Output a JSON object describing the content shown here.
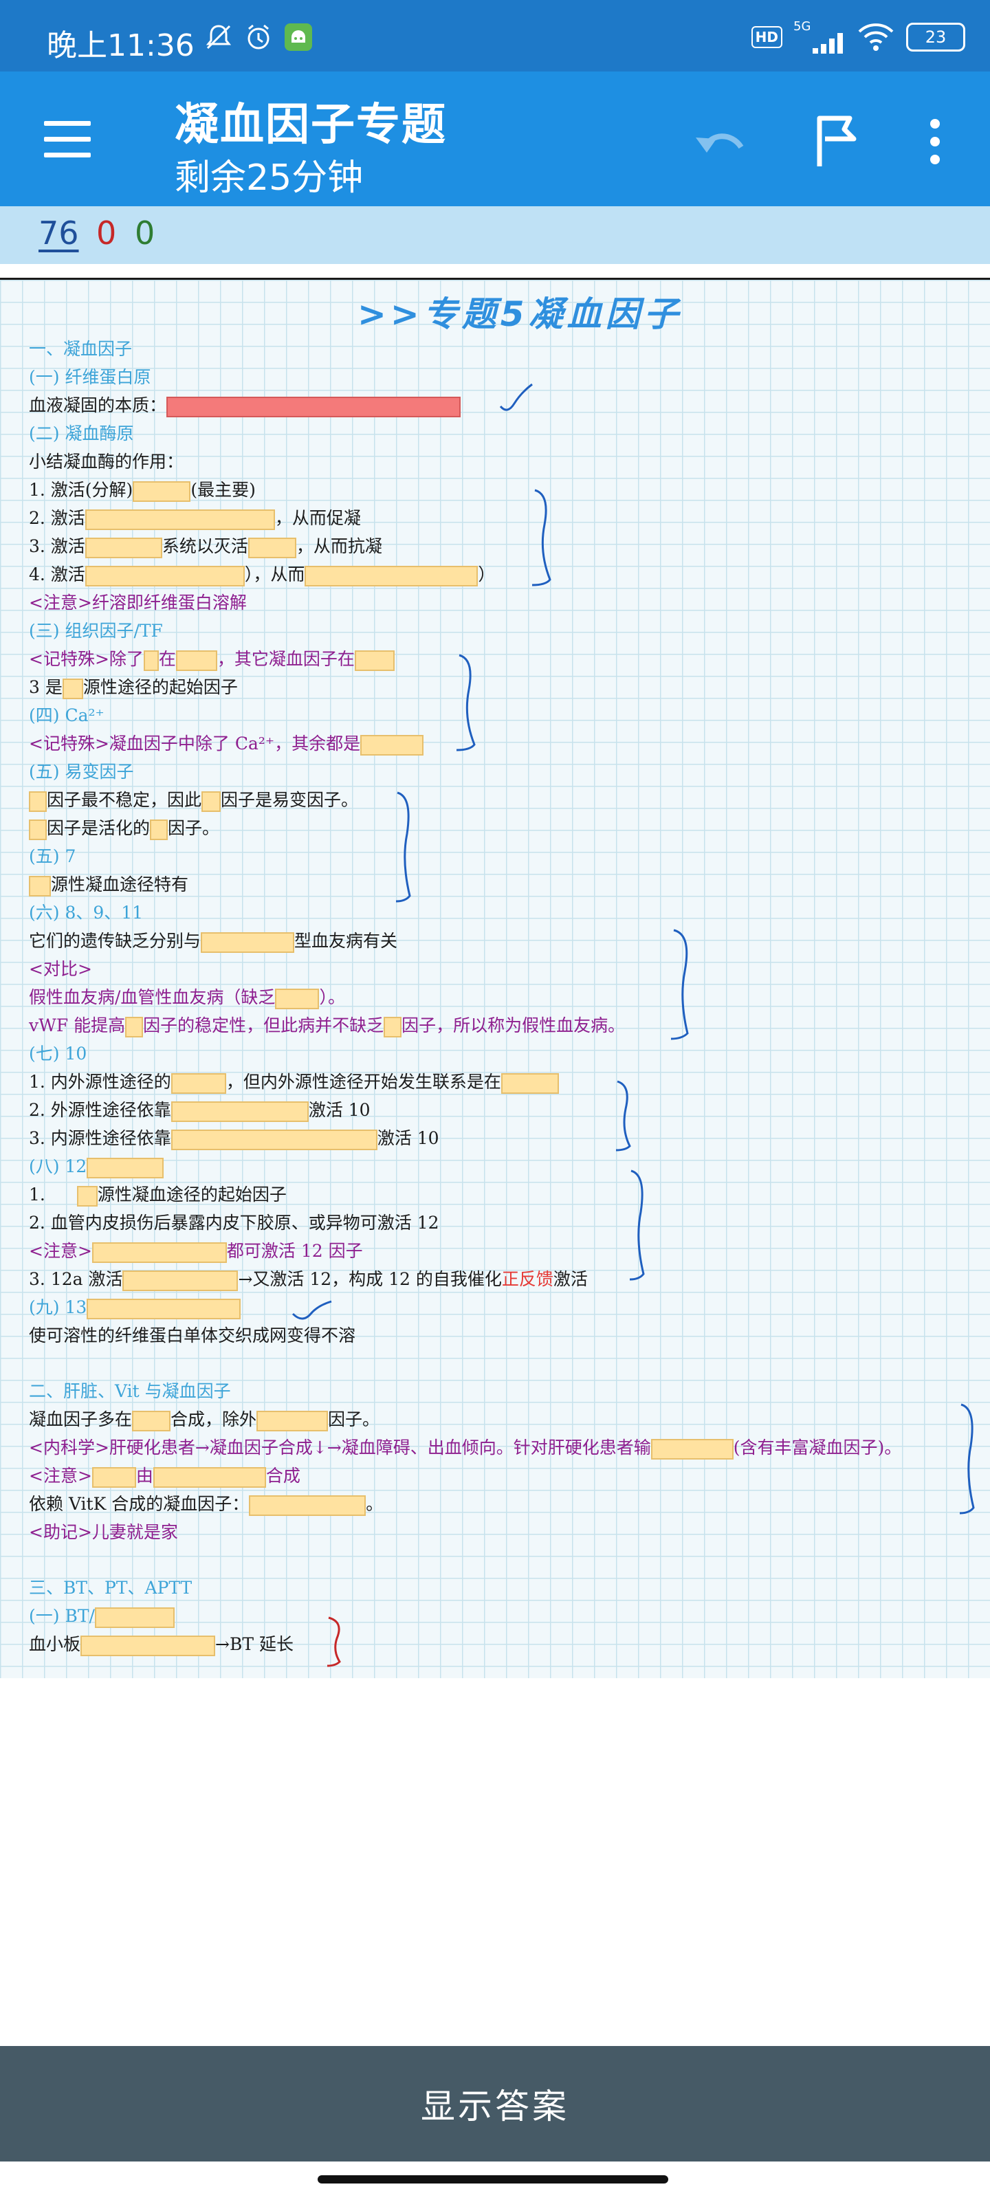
{
  "status_bar": {
    "time": "晚上11:36",
    "network": "5G",
    "hd_badge": "HD",
    "battery": "23"
  },
  "app_bar": {
    "title": "凝血因子专题",
    "subtitle": "剩余25分钟"
  },
  "counts": {
    "blue": "76",
    "red": "0",
    "green": "0"
  },
  "note": {
    "title": ">>专题5凝血因子",
    "lines": {
      "s1": "一、凝血因子",
      "s1a": "(一) 纤维蛋白原",
      "l1": "血液凝固的本质：",
      "s1b": "(二) 凝血酶原",
      "l2": "小结凝血酶的作用：",
      "l3a": "1.    激活(分解)",
      "l3b": "(最主要)",
      "l4a": "2.    激活",
      "l4b": "，从而促凝",
      "l5a": "3.    激活",
      "l5b": "系统以灭活",
      "l5c": "，从而抗凝",
      "l6a": "4.    激活",
      "l6b": "），从而",
      "l6c": "）",
      "l7": "<注意>纤溶即纤维蛋白溶解",
      "s1c": "(三) 组织因子/TF",
      "l8a": "<记特殊>除了",
      "l8b": "在",
      "l8c": "，其它凝血因子在",
      "l9a": "3 是",
      "l9b": "源性途径的起始因子",
      "s1d": "(四) Ca²⁺",
      "l10a": "<记特殊>凝血因子中除了 Ca²⁺，其余都是",
      "s1e": "(五) 易变因子",
      "l11a": "因子最不稳定，因此",
      "l11b": "因子是易变因子。",
      "l12a": "因子是活化的",
      "l12b": "因子。",
      "s1f": "(五) 7",
      "l13": "源性凝血途径特有",
      "s1g": "(六) 8、9、11",
      "l14a": "它们的遗传缺乏分别与",
      "l14b": "型血友病有关",
      "l15": "<对比>",
      "l16a": "假性血友病/血管性血友病（缺乏",
      "l16b": "）。",
      "l17a": "vWF 能提高",
      "l17b": "因子的稳定性，但此病并不缺乏",
      "l17c": "因子，所以称为假性血友病。",
      "s1h": "(七) 10",
      "l18a": "1.    内外源性途径的",
      "l18b": "，但内外源性途径开始发生联系是在",
      "l19a": "2.    外源性途径依靠",
      "l19b": "激活 10",
      "l20a": "3.    内源性途径依靠",
      "l20b": "激活 10",
      "s1i": "(八) 12",
      "l21": "源性凝血途径的起始因子",
      "l21n": "1.",
      "l22": "2.    血管内皮损伤后暴露内皮下胶原、或异物可激活 12",
      "l23a": "<注意>",
      "l23b": "都可激活 12 因子",
      "l24a": "3.    12a 激活",
      "l24b": "→又激活 12，构成 12 的自我催化",
      "l24c": "正反馈",
      "l24d": "激活",
      "s1j": "(九) 13",
      "l25": "使可溶性的纤维蛋白单体交织成网变得不溶",
      "s2": "二、肝脏、Vit 与凝血因子",
      "l26a": "凝血因子多在",
      "l26b": "合成，除外",
      "l26c": "因子。",
      "l27a": "<内科学>肝硬化患者→凝血因子合成↓→凝血障碍、出血倾向。针对肝硬化患者输",
      "l27b": "(含有丰富凝血因子)。",
      "l28a": "<注意>",
      "l28b": "由",
      "l28c": "合成",
      "l29a": "依赖 VitK 合成的凝血因子：",
      "l29b": "。",
      "l30": "<助记>儿妻就是家",
      "s3": "三、BT、PT、APTT",
      "s3a": "(一) BT/",
      "l31a": "血小板",
      "l31b": "→BT 延长"
    }
  },
  "footer": {
    "show_answer_label": "显示答案"
  }
}
